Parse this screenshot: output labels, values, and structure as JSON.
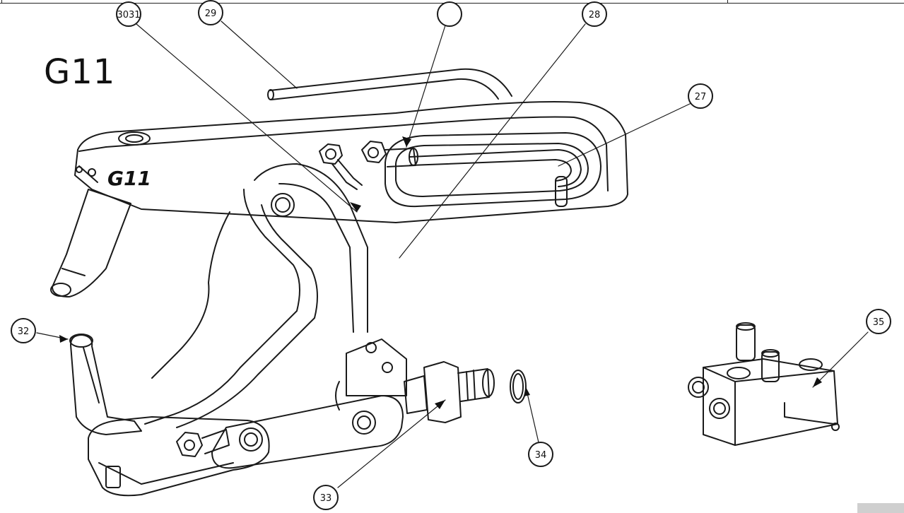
{
  "title": "G11",
  "part_mark": "G11",
  "callouts": [
    {
      "id": "c-3031",
      "label": "3031"
    },
    {
      "id": "c-29",
      "label": "29"
    },
    {
      "id": "c-blank",
      "label": ""
    },
    {
      "id": "c-28",
      "label": "28"
    },
    {
      "id": "c-27",
      "label": "27"
    },
    {
      "id": "c-32",
      "label": "32"
    },
    {
      "id": "c-35",
      "label": "35"
    },
    {
      "id": "c-34",
      "label": "34"
    },
    {
      "id": "c-33",
      "label": "33"
    }
  ]
}
